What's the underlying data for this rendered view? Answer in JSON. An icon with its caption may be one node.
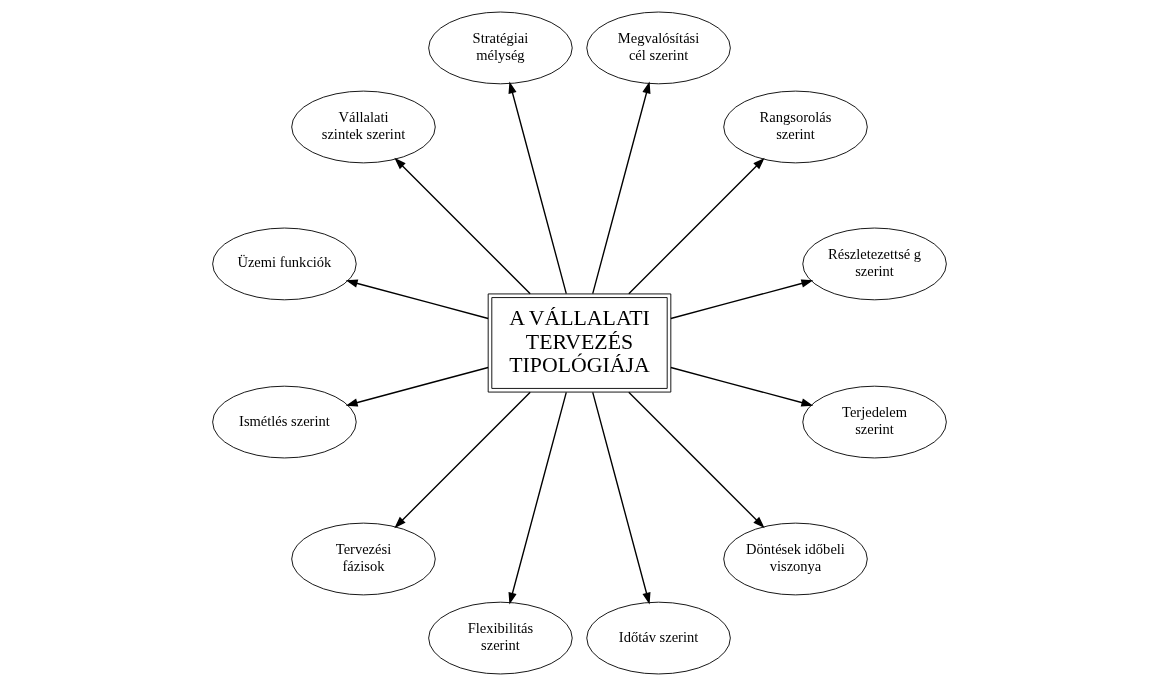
{
  "diagram": {
    "nodes": [
      {
        "text": [
          "A VÁLLALATI TERVEZÉS TIPOLÓGIÁJA"
        ]
      },
      {
        "text": [
          "Stratégiai mélység"
        ]
      },
      {
        "text": [
          "Megvalósítási cél szerint"
        ]
      },
      {
        "text": [
          "Rangsorolás szerint"
        ]
      },
      {
        "text": [
          "Részletezettsé g szerint"
        ]
      },
      {
        "text": [
          "Terjedelem szerint"
        ]
      },
      {
        "text": [
          "Döntések időbeli viszonya"
        ]
      },
      {
        "text": [
          "Időtáv szerint"
        ]
      },
      {
        "text": [
          "Flexibilitás szerint"
        ]
      },
      {
        "text": [
          "Tervezési fázisok"
        ]
      },
      {
        "text": [
          "Ismétlés szerint"
        ]
      },
      {
        "text": [
          "Üzemi funkciók"
        ]
      },
      {
        "text": [
          "Vállalati szintek szerint"
        ]
      }
    ],
    "edges": [
      {
        "from": 0,
        "to": 1,
        "arrow": "to"
      },
      {
        "from": 0,
        "to": 2,
        "arrow": "to"
      },
      {
        "from": 0,
        "to": 3,
        "arrow": "to"
      },
      {
        "from": 0,
        "to": 4,
        "arrow": "to"
      },
      {
        "from": 0,
        "to": 5,
        "arrow": "to"
      },
      {
        "from": 0,
        "to": 6,
        "arrow": "to"
      },
      {
        "from": 0,
        "to": 7,
        "arrow": "to"
      },
      {
        "from": 0,
        "to": 8,
        "arrow": "to"
      },
      {
        "from": 0,
        "to": 9,
        "arrow": "to"
      },
      {
        "from": 0,
        "to": 10,
        "arrow": "to"
      },
      {
        "from": 0,
        "to": 11,
        "arrow": "to"
      },
      {
        "from": 0,
        "to": 12,
        "arrow": "to"
      }
    ]
  }
}
